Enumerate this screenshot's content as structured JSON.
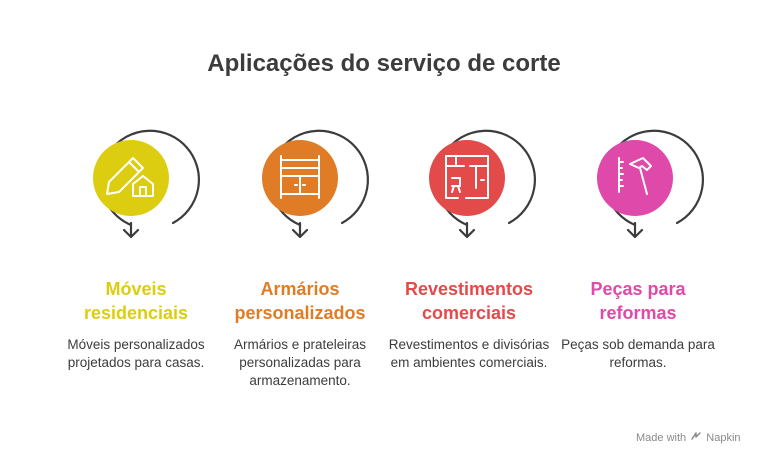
{
  "title": "Aplicações do serviço de corte",
  "items": [
    {
      "heading": "Móveis residenciais",
      "description": "Móveis personalizados projetados para casas.",
      "color": "#dccd11",
      "icon": "pencil-house-icon"
    },
    {
      "heading": "Armários personalizados",
      "description": "Armários e prateleiras personalizadas para armazenamento.",
      "color": "#e07c26",
      "icon": "cabinet-shelves-icon"
    },
    {
      "heading": "Revestimentos comerciais",
      "description": "Revestimentos e divisórias em ambientes comerciais.",
      "color": "#e34a4a",
      "icon": "floor-plan-icon"
    },
    {
      "heading": "Peças para reformas",
      "description": "Peças sob demanda para reformas.",
      "color": "#df49a9",
      "icon": "hammer-tools-icon"
    }
  ],
  "badge": {
    "prefix": "Made with",
    "brand": "Napkin"
  }
}
